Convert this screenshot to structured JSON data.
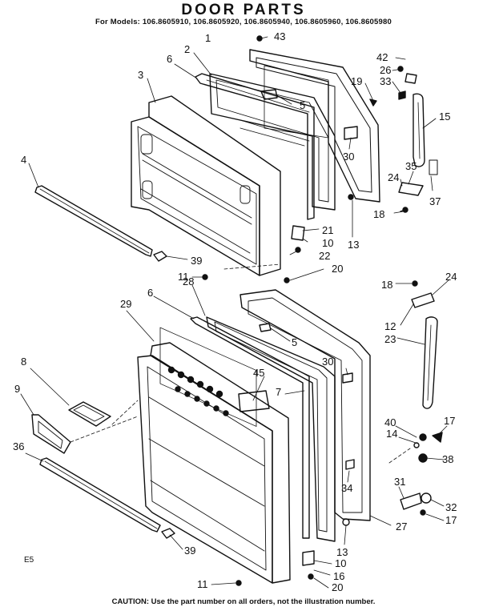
{
  "header": {
    "title": "DOOR PARTS",
    "models": "For Models: 106.8605910, 106.8605920, 106.8605940, 106.8605960, 106.8605980"
  },
  "footer": {
    "caution": "CAUTION: Use the part number on all orders, not the illustration number.",
    "figure_code": "E5"
  },
  "callouts": {
    "c43": "43",
    "c1": "1",
    "c2": "2",
    "c6a": "6",
    "c3": "3",
    "c5a": "5",
    "c42": "42",
    "c26": "26",
    "c33": "33",
    "c19": "19",
    "c15": "15",
    "c30a": "30",
    "c35": "35",
    "c24a": "24",
    "c37": "37",
    "c18a": "18",
    "c13a": "13",
    "c4": "4",
    "c21": "21",
    "c10a": "10",
    "c22": "22",
    "c39a": "39",
    "c11a": "11",
    "c20a": "20",
    "c28": "28",
    "c6b": "6",
    "c29": "29",
    "c18b": "18",
    "c24b": "24",
    "c12": "12",
    "c23": "23",
    "c5b": "5",
    "c30b": "30",
    "c8": "8",
    "c45": "45",
    "c7": "7",
    "c9": "9",
    "c40": "40",
    "c17a": "17",
    "c14": "14",
    "c38": "38",
    "c36": "36",
    "c34": "34",
    "c31": "31",
    "c32": "32",
    "c17b": "17",
    "c27": "27",
    "c39b": "39",
    "c13b": "13",
    "c10b": "10",
    "c16": "16",
    "c11b": "11",
    "c20b": "20"
  }
}
